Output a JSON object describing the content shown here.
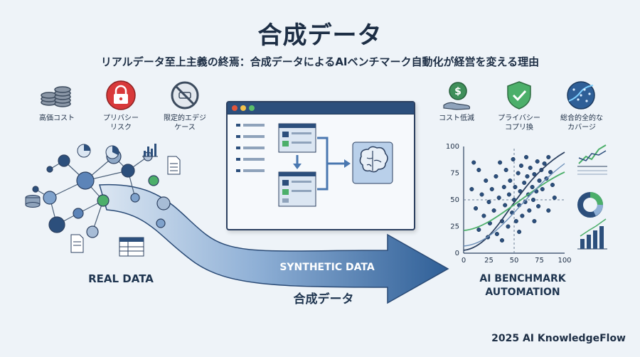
{
  "title": "合成データ",
  "subtitle": "リアルデータ至上主義の終焉：合成データによるAIベンチマーク自動化が経営を変える理由",
  "left_icons": [
    {
      "icon": "coins-icon",
      "label": "高価コスト"
    },
    {
      "icon": "lock-icon",
      "label": "プリバシー\nリスク"
    },
    {
      "icon": "prohibited-icon",
      "label": "限定的エデジ\nケース"
    }
  ],
  "right_icons": [
    {
      "icon": "money-hand-icon",
      "label": "コスト低減"
    },
    {
      "icon": "shield-check-icon",
      "label": "プライバシー\nコプリ換"
    },
    {
      "icon": "globe-data-icon",
      "label": "総合的全的な\nカバージ"
    }
  ],
  "real_data_label": "REAL DATA",
  "synthetic_arrow_label": "SYNTHETIC DATA",
  "synthetic_jp_label": "合成データ",
  "benchmark_label": "AI BENCHMARK\nAUTOMATION",
  "footer": "2025 AI KnowledgeFlow",
  "colors": {
    "navy": "#2c4f7c",
    "mid": "#4a78b0",
    "green": "#4caf6a",
    "red": "#d8393a"
  },
  "chart_data": {
    "type": "scatter",
    "x_ticks": [
      "0",
      "25",
      "50",
      "75",
      "100"
    ],
    "y_ticks": [
      "0",
      "25",
      "50",
      "75",
      "100"
    ],
    "xlim": [
      0,
      100
    ],
    "ylim": [
      0,
      100
    ],
    "reference_lines": {
      "x": 50,
      "y": 50
    },
    "points": [
      [
        8,
        60
      ],
      [
        12,
        42
      ],
      [
        15,
        22
      ],
      [
        18,
        55
      ],
      [
        20,
        35
      ],
      [
        22,
        68
      ],
      [
        25,
        48
      ],
      [
        26,
        28
      ],
      [
        28,
        60
      ],
      [
        30,
        40
      ],
      [
        32,
        72
      ],
      [
        33,
        18
      ],
      [
        35,
        52
      ],
      [
        36,
        85
      ],
      [
        38,
        30
      ],
      [
        40,
        62
      ],
      [
        41,
        45
      ],
      [
        42,
        78
      ],
      [
        44,
        25
      ],
      [
        45,
        55
      ],
      [
        46,
        68
      ],
      [
        48,
        38
      ],
      [
        49,
        88
      ],
      [
        50,
        50
      ],
      [
        51,
        62
      ],
      [
        52,
        30
      ],
      [
        54,
        75
      ],
      [
        55,
        45
      ],
      [
        56,
        58
      ],
      [
        57,
        82
      ],
      [
        58,
        35
      ],
      [
        60,
        66
      ],
      [
        61,
        48
      ],
      [
        62,
        90
      ],
      [
        63,
        72
      ],
      [
        64,
        55
      ],
      [
        65,
        40
      ],
      [
        66,
        80
      ],
      [
        68,
        62
      ],
      [
        69,
        50
      ],
      [
        70,
        74
      ],
      [
        72,
        58
      ],
      [
        73,
        86
      ],
      [
        74,
        44
      ],
      [
        75,
        68
      ],
      [
        77,
        78
      ],
      [
        78,
        60
      ],
      [
        80,
        84
      ],
      [
        82,
        70
      ],
      [
        84,
        90
      ],
      [
        86,
        76
      ],
      [
        88,
        64
      ],
      [
        15,
        78
      ],
      [
        24,
        15
      ],
      [
        38,
        12
      ],
      [
        70,
        30
      ],
      [
        84,
        40
      ],
      [
        10,
        85
      ],
      [
        55,
        20
      ],
      [
        90,
        52
      ]
    ]
  }
}
